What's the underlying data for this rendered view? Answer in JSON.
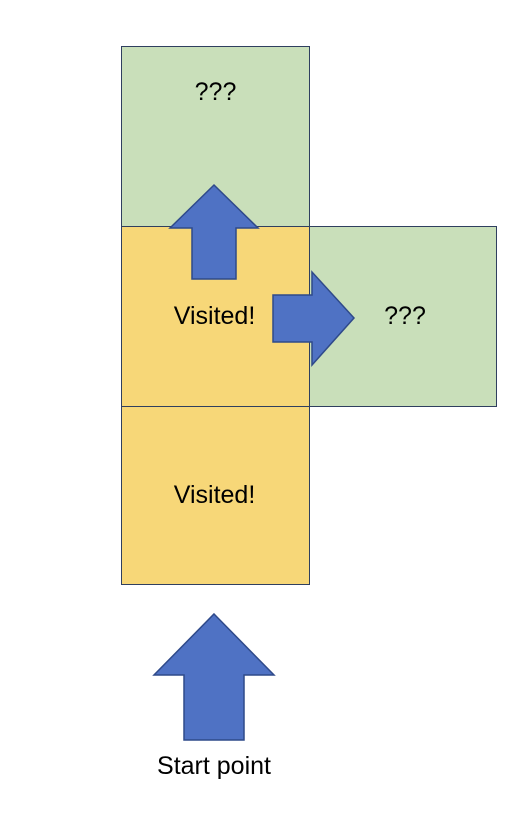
{
  "colors": {
    "unknown_fill": "#c9dfba",
    "visited_fill": "#f7d778",
    "border": "#2f3f5f",
    "arrow_fill": "#4f72c4",
    "arrow_stroke": "#2f4a8a"
  },
  "cells": {
    "top_unknown": {
      "label": "???",
      "state": "unknown"
    },
    "middle_visited": {
      "label": "Visited!",
      "state": "visited"
    },
    "right_unknown": {
      "label": "???",
      "state": "unknown"
    },
    "bottom_visited": {
      "label": "Visited!",
      "state": "visited"
    }
  },
  "arrows": {
    "up_into_top": {
      "direction": "up"
    },
    "right_into_side": {
      "direction": "right"
    },
    "start": {
      "direction": "up"
    }
  },
  "start_label": "Start point"
}
